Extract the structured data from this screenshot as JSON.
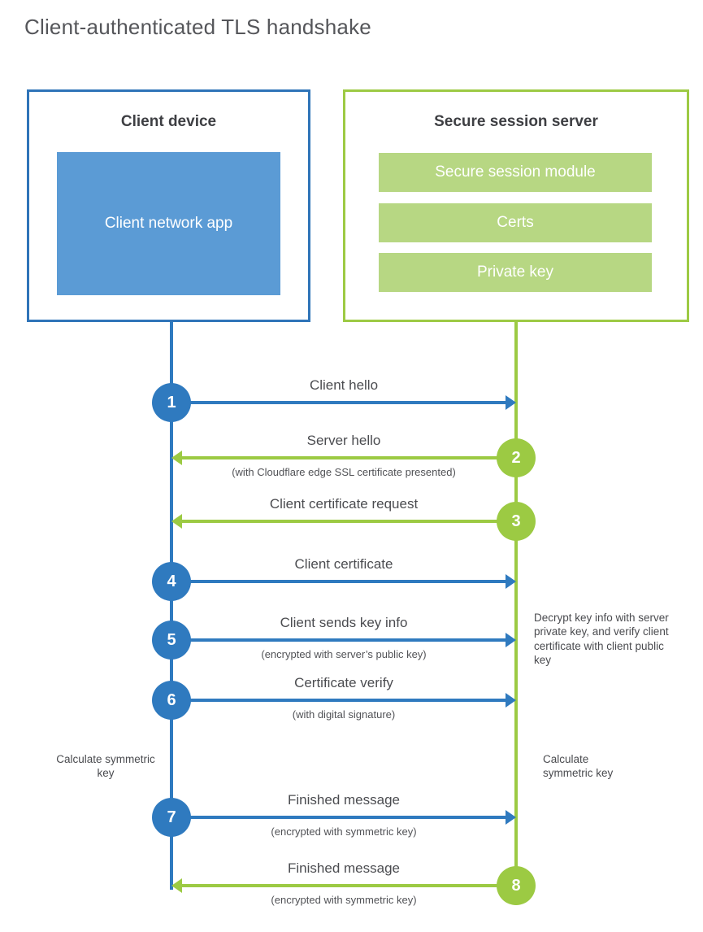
{
  "title": "Client-authenticated TLS handshake",
  "client": {
    "box_title": "Client device",
    "app_label": "Client network app"
  },
  "server": {
    "box_title": "Secure session server",
    "modules": [
      "Secure session module",
      "Certs",
      "Private key"
    ]
  },
  "steps": [
    {
      "num": "1",
      "label": "Client hello",
      "sub": "",
      "direction": "client-to-server",
      "color": "#2f7abf"
    },
    {
      "num": "2",
      "label": "Server hello",
      "sub": "(with Cloudflare edge SSL certificate presented)",
      "direction": "server-to-client",
      "color": "#9cca43"
    },
    {
      "num": "3",
      "label": "Client certificate request",
      "sub": "",
      "direction": "server-to-client",
      "color": "#9cca43"
    },
    {
      "num": "4",
      "label": "Client certificate",
      "sub": "",
      "direction": "client-to-server",
      "color": "#2f7abf"
    },
    {
      "num": "5",
      "label": "Client sends key info",
      "sub": "(encrypted with server’s public key)",
      "direction": "client-to-server",
      "color": "#2f7abf"
    },
    {
      "num": "6",
      "label": "Certificate verify",
      "sub": "(with digital signature)",
      "direction": "client-to-server",
      "color": "#2f7abf"
    },
    {
      "num": "7",
      "label": "Finished message",
      "sub": "(encrypted with symmetric key)",
      "direction": "client-to-server",
      "color": "#2f7abf"
    },
    {
      "num": "8",
      "label": "Finished message",
      "sub": "(encrypted with symmetric key)",
      "direction": "server-to-client",
      "color": "#9cca43"
    }
  ],
  "notes": {
    "decrypt": "Decrypt key info with server private key, and verify client certificate with client public key",
    "calc_left": "Calculate symmetric key",
    "calc_right": "Calculate symmetric key"
  },
  "colors": {
    "blue": "#2f7abf",
    "blue_fill": "#5b9bd5",
    "blue_border": "#2f74b8",
    "green": "#9cca43",
    "green_fill": "#b7d783",
    "green_border": "#9dca44",
    "text_dark": "#3e3f43",
    "text_gray": "#4b4c50"
  }
}
